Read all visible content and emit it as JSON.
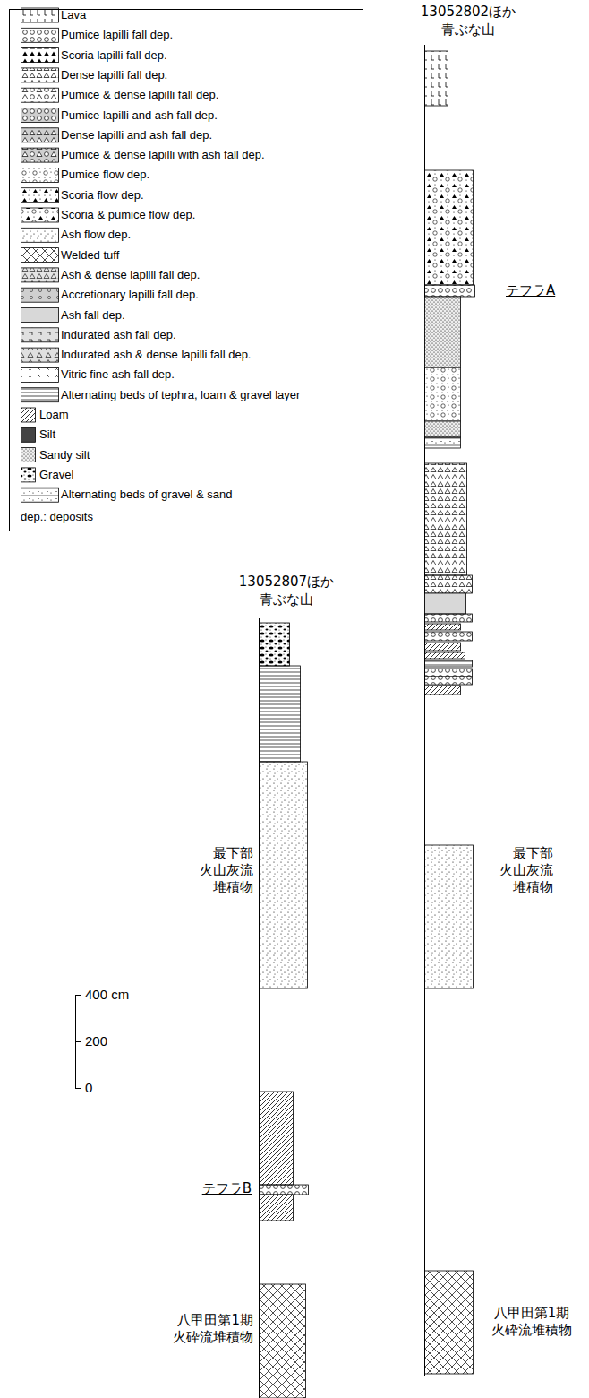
{
  "diagram": {
    "labels": [
      "13052802ほか",
      "青ぶな山",
      "テフラA",
      "最下部 火山灰流 堆積物",
      "八甲田第1期 火砕流堆積物",
      "13052807ほか",
      "青ぶな山",
      "最下部 火山灰流 堆積物",
      "400 cm",
      "200",
      "0",
      "テフラB",
      "八甲田第1期 火砕流堆積物",
      "dep.: deposits"
    ],
    "legend": [
      {
        "text": "Lava"
      },
      {
        "text": "Pumice lapilli fall dep."
      },
      {
        "text": "Scoria lapilli fall dep."
      },
      {
        "text": "Dense lapilli fall dep."
      },
      {
        "text": "Pumice & dense lapilli fall dep."
      },
      {
        "text": "Pumice lapilli and ash fall dep."
      },
      {
        "text": "Dense lapilli and ash fall dep."
      },
      {
        "text": "Pumice & dense lapilli with ash fall dep."
      },
      {
        "text": "Pumice flow dep."
      },
      {
        "text": "Scoria flow dep."
      },
      {
        "text": "Scoria & pumice flow dep."
      },
      {
        "text": "Ash flow dep."
      },
      {
        "text": "Welded tuff"
      },
      {
        "text": "Ash & dense lapilli fall dep."
      },
      {
        "text": "Accretionary lapilli fall dep."
      },
      {
        "text": "Ash fall dep."
      },
      {
        "text": "Indurated ash fall dep."
      },
      {
        "text": "Indurated ash & dense lapilli fall dep."
      },
      {
        "text": "Vitric fine ash fall dep."
      },
      {
        "text": "Alternating beds of tephra, loam & gravel layer"
      },
      {
        "text": "Loam"
      },
      {
        "text": "Silt"
      },
      {
        "text": "Sandy silt"
      },
      {
        "text": "Gravel"
      },
      {
        "text": "Alternating beds of gravel & sand"
      }
    ]
  }
}
